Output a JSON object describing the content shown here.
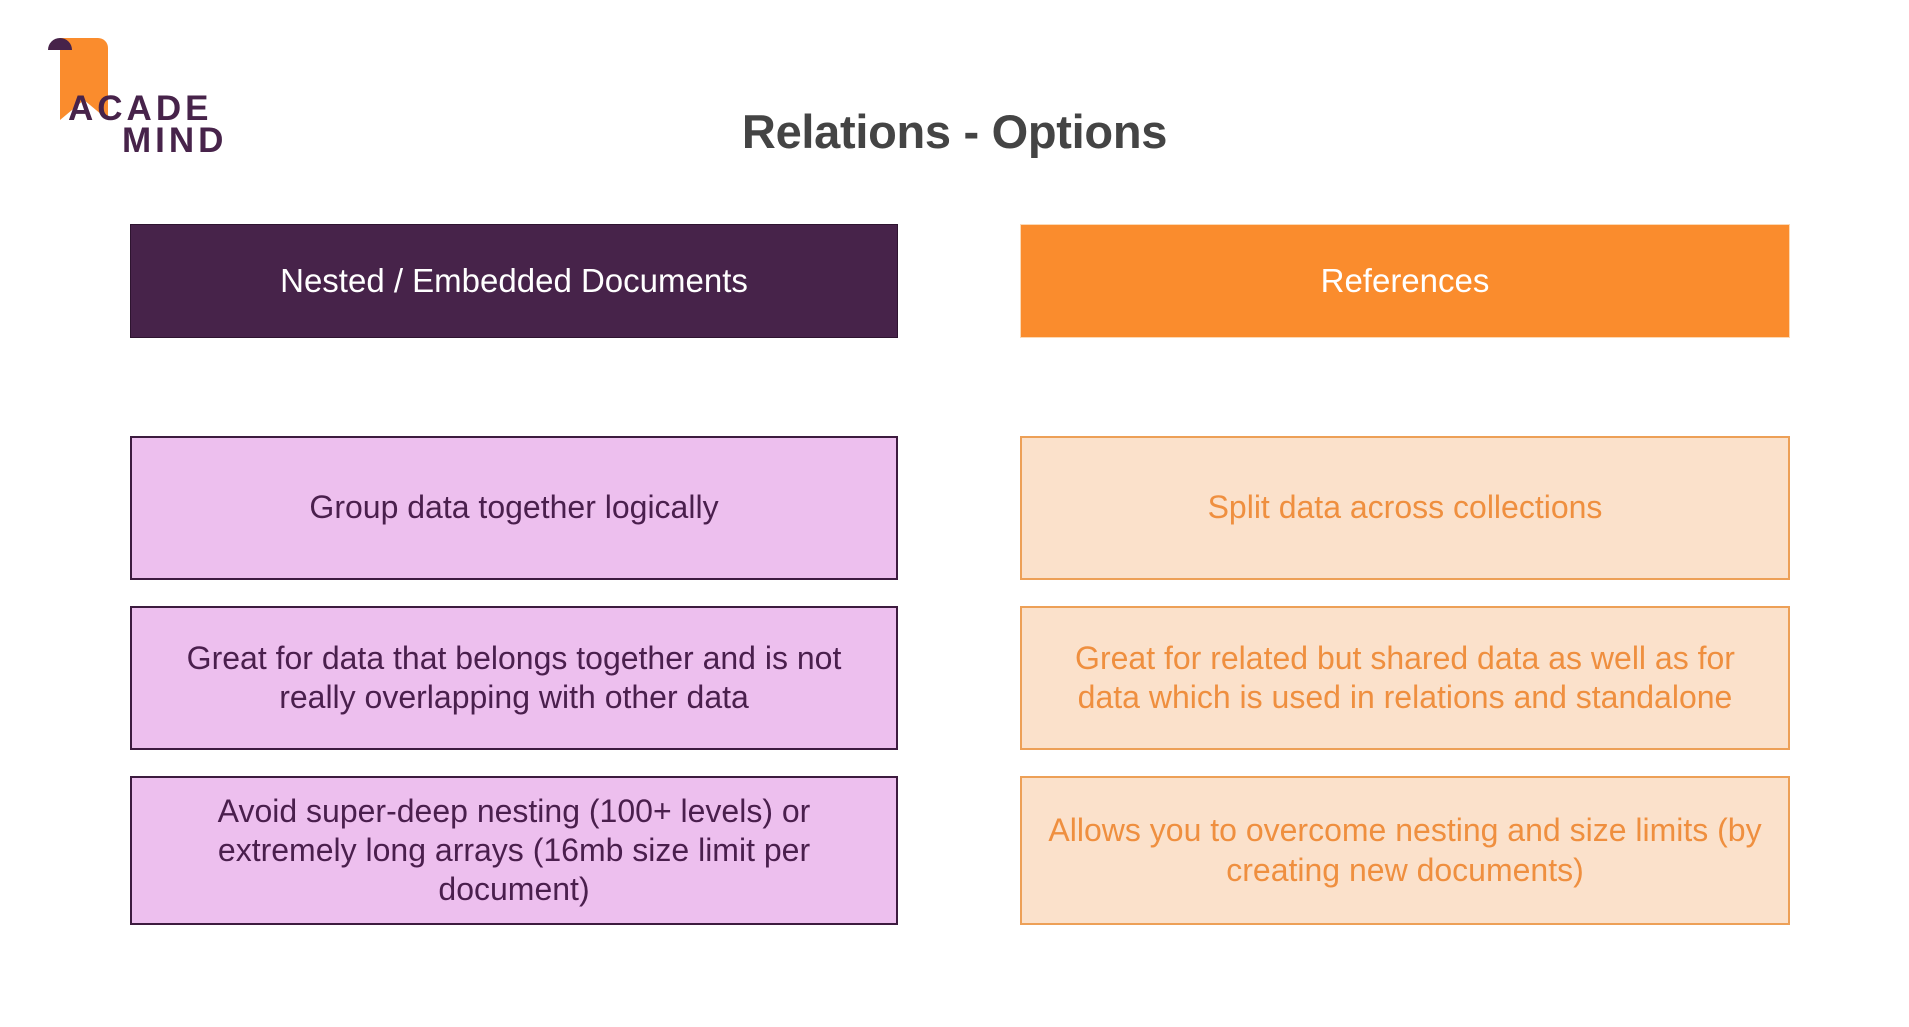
{
  "slide": {
    "title": "Relations - Options",
    "background_color": "#ffffff",
    "title_color": "#444444"
  },
  "logo": {
    "name": "academind-logo",
    "line1": "ACADE",
    "line2": "MIND",
    "mark_color": "#fa8c2d",
    "text_color": "#47234a"
  },
  "columns": [
    {
      "key": "nested",
      "header": {
        "label": "Nested / Embedded Documents",
        "background_color": "#47234a",
        "text_color": "#ffffff"
      },
      "accent_color": "#4a1f4d",
      "box_background": "#edbfee",
      "box_border": "#3d1b3f",
      "items": [
        "Group data together logically",
        "Great for data that belongs together and is not really overlapping with other data",
        "Avoid super-deep nesting (100+ levels) or extremely long arrays (16mb size limit per document)"
      ]
    },
    {
      "key": "references",
      "header": {
        "label": "References",
        "background_color": "#fa8c2d",
        "text_color": "#ffffff"
      },
      "accent_color": "#ef8f3f",
      "box_background": "#fbe1cb",
      "box_border": "#eda057",
      "items": [
        "Split data across collections",
        "Great for related but shared data as well as for data which is used in relations and standalone",
        "Allows you to overcome nesting and size limits (by creating new documents)"
      ]
    }
  ]
}
